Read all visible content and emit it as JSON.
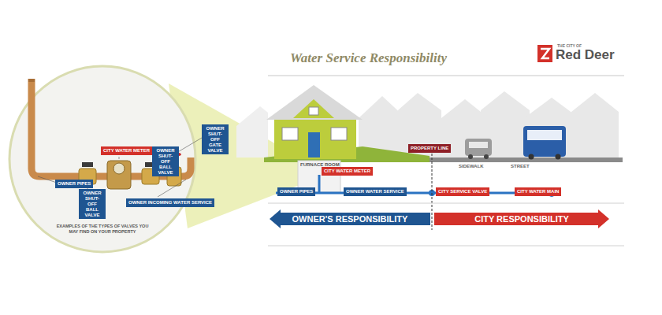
{
  "diagram": {
    "title": "Water Service Responsibility",
    "nodes": [
      {
        "text": [
          "EXAMPLES OF THE TYPES OF VALVES YOU MAY FIND ON YOUR PROPERTY"
        ]
      },
      {
        "text": [
          "OWNER SHUT-OFF GATE VALVE"
        ]
      },
      {
        "text": [
          "CITY WATER METER"
        ]
      },
      {
        "text": [
          "OWNER SHUT-OFF BALL VALVE"
        ]
      },
      {
        "text": [
          "OWNER PIPES"
        ]
      },
      {
        "text": [
          "OWNER SHUT-OFF BALL VALVE"
        ]
      },
      {
        "text": [
          "OWNER INCOMING WATER SERVICE"
        ]
      },
      {
        "text": [
          "CITY WATER METER"
        ]
      },
      {
        "text": [
          "PROPERTY LINE"
        ]
      },
      {
        "text": [
          "OWNER PIPES"
        ]
      },
      {
        "text": [
          "OWNER WATER SERVICE"
        ]
      },
      {
        "text": [
          "CITY SERVICE VALVE"
        ]
      },
      {
        "text": [
          "CITY WATER MAIN"
        ]
      },
      {
        "text": [
          "OWNER'S RESPONSIBILITY"
        ]
      },
      {
        "text": [
          "CITY RESPONSIBILITY"
        ]
      }
    ],
    "labels": [
      "FURNACE ROOM",
      "SIDEWALK",
      "STREET",
      "THE CITY OF",
      "Red Deer"
    ]
  }
}
